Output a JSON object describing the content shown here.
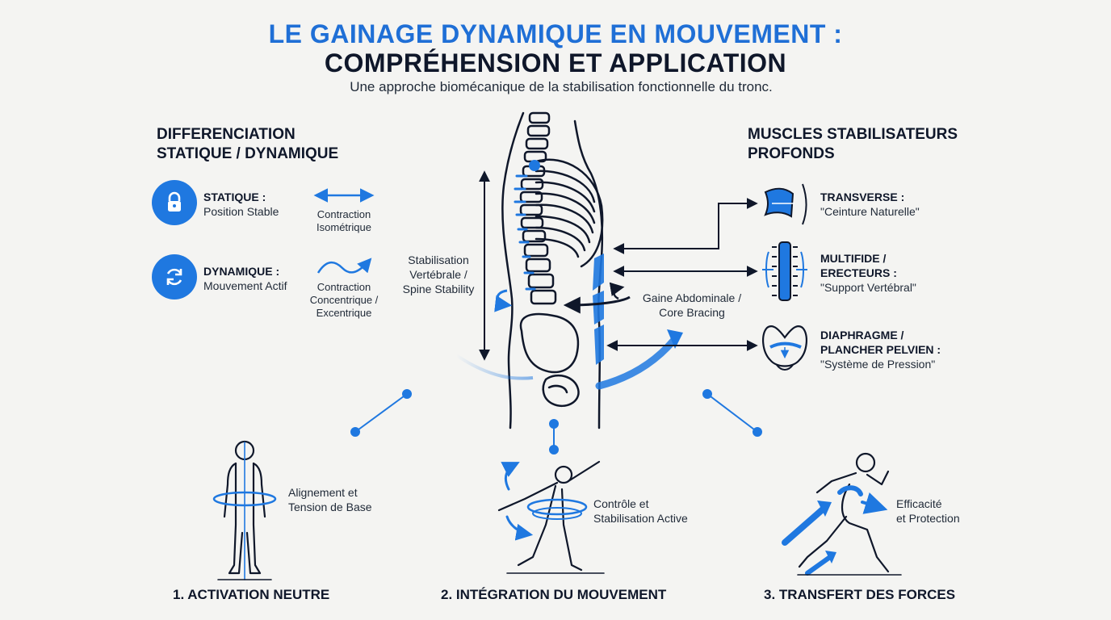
{
  "header": {
    "title_line1": "LE GAINAGE DYNAMIQUE EN MOUVEMENT :",
    "title_line2": "COMPRÉHENSION ET APPLICATION",
    "subtitle": "Une approche biomécanique de la stabilisation fonctionnelle du tronc."
  },
  "left_section": {
    "title_line1": "DIFFERENCIATION",
    "title_line2": "STATIQUE / DYNAMIQUE",
    "static": {
      "title": "STATIQUE :",
      "desc": "Position Stable",
      "contraction_line1": "Contraction",
      "contraction_line2": "Isométrique",
      "icon": "lock-icon"
    },
    "dynamic": {
      "title": "DYNAMIQUE :",
      "desc": "Mouvement Actif",
      "contraction_line1": "Contraction",
      "contraction_line2": "Concentrique /",
      "contraction_line3": "Excentrique",
      "icon": "refresh-icon"
    }
  },
  "center": {
    "spine_label_line1": "Stabilisation",
    "spine_label_line2": "Vertébrale /",
    "spine_label_line3": "Spine Stability",
    "core_label_line1": "Gaine Abdominale /",
    "core_label_line2": "Core Bracing"
  },
  "right_section": {
    "title_line1": "MUSCLES STABILISATEURS",
    "title_line2": "PROFONDS",
    "muscles": [
      {
        "name_line1": "TRANSVERSE :",
        "name_line2": "",
        "desc": "\"Ceinture Naturelle\"",
        "icon": "transverse-muscle-icon"
      },
      {
        "name_line1": "MULTIFIDE /",
        "name_line2": "ERECTEURS :",
        "desc": "\"Support Vertébral\"",
        "icon": "spine-muscle-icon"
      },
      {
        "name_line1": "DIAPHRAGME /",
        "name_line2": "PLANCHER PELVIEN :",
        "desc": "\"Système de Pression\"",
        "icon": "pelvis-icon"
      }
    ]
  },
  "steps": [
    {
      "title": "1. ACTIVATION NEUTRE",
      "caption_line1": "Alignement et",
      "caption_line2": "Tension de Base",
      "icon": "standing-figure-icon"
    },
    {
      "title": "2. INTÉGRATION DU MOUVEMENT",
      "caption_line1": "Contrôle et",
      "caption_line2": "Stabilisation Active",
      "icon": "rotating-figure-icon"
    },
    {
      "title": "3. TRANSFERT DES FORCES",
      "caption_line1": "Efficacité",
      "caption_line2": "et Protection",
      "icon": "running-figure-icon"
    }
  ],
  "colors": {
    "accent": "#1f78e0",
    "title_blue": "#1f6fd6",
    "dark": "#0f172a",
    "background": "#f4f4f2"
  }
}
